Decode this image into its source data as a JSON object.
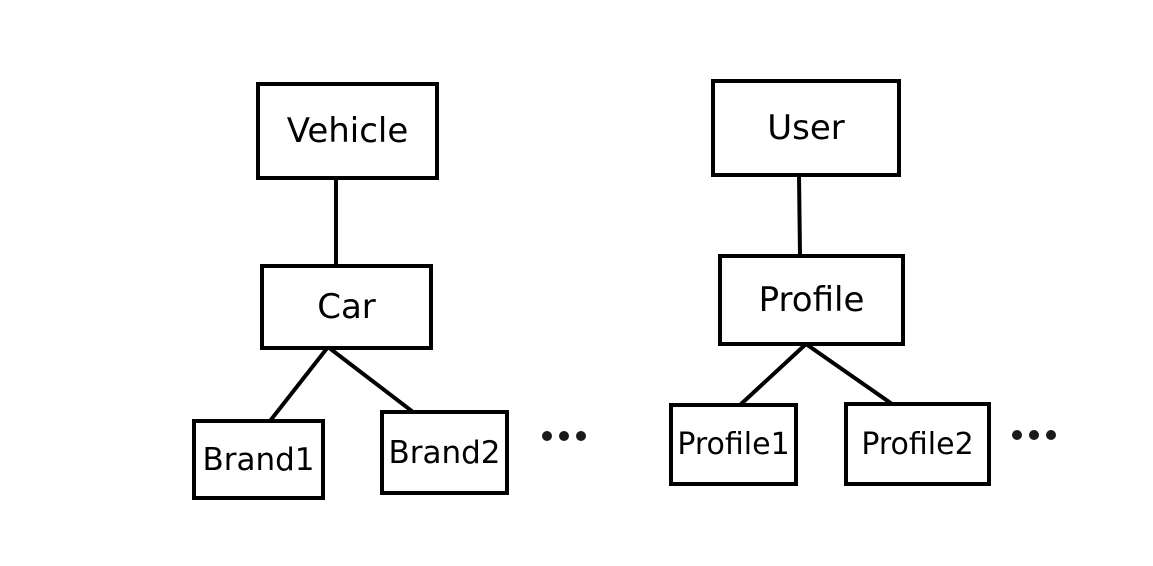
{
  "diagram": {
    "left_tree": {
      "root": "Vehicle",
      "child": "Car",
      "leaves": [
        "Brand1",
        "Brand2"
      ]
    },
    "right_tree": {
      "root": "User",
      "child": "Profile",
      "leaves": [
        "Profile1",
        "Profile2"
      ]
    },
    "colors": {
      "stroke": "#000000",
      "background": "#ffffff",
      "ellipsis": "#1a1a1a"
    }
  }
}
